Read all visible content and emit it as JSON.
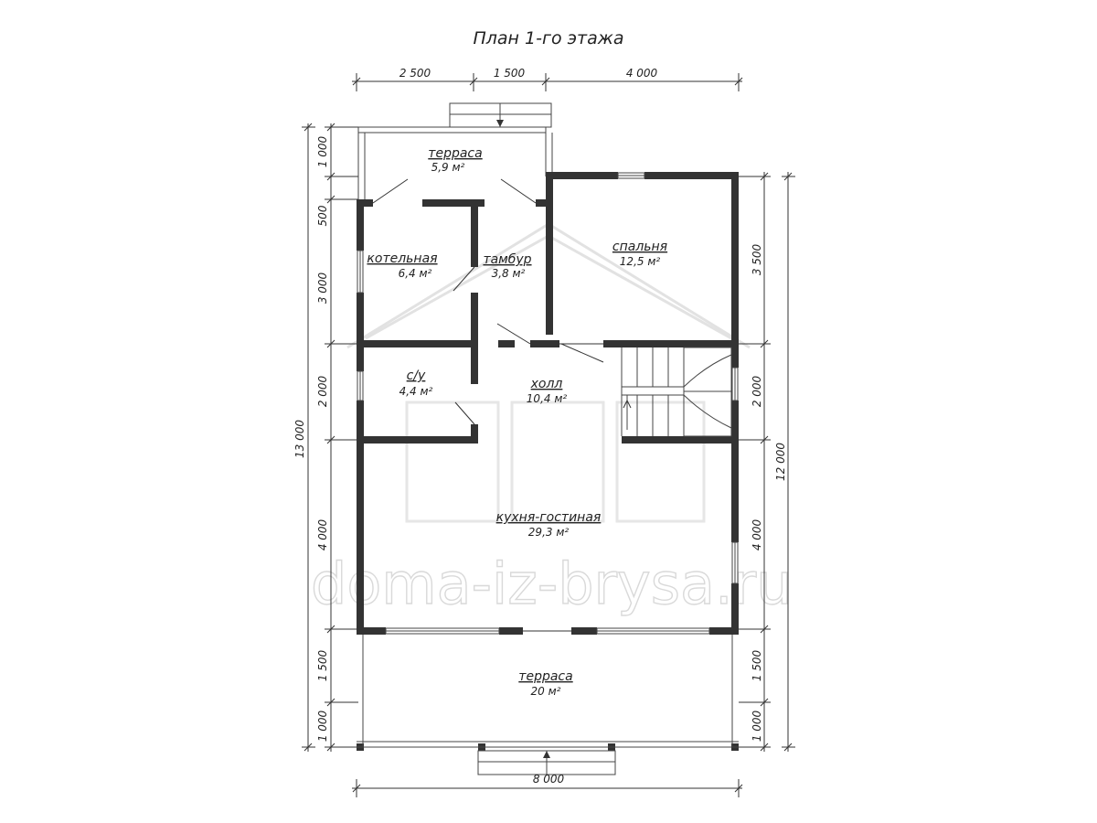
{
  "title": "План 1-го этажа",
  "watermark": "doma-iz-brysa.ru",
  "dimensions": {
    "top": [
      "2 500",
      "1 500",
      "4 000"
    ],
    "bottom": "8 000",
    "left": [
      "1 000",
      "500",
      "3 000",
      "2 000",
      "4 000",
      "1 500",
      "1 000"
    ],
    "left_total": "13 000",
    "right": [
      "3 500",
      "2 000",
      "4 000",
      "1 500",
      "1 000"
    ],
    "right_total": "12 000"
  },
  "rooms": [
    {
      "id": "terrace-top",
      "name": "терраса",
      "area": "5,9 м²"
    },
    {
      "id": "boiler",
      "name": "котельная",
      "area": "6,4 м²"
    },
    {
      "id": "vestibule",
      "name": "тамбур",
      "area": "3,8 м²"
    },
    {
      "id": "bedroom",
      "name": "спальня",
      "area": "12,5 м²"
    },
    {
      "id": "bathroom",
      "name": "с/у",
      "area": "4,4 м²"
    },
    {
      "id": "hall",
      "name": "холл",
      "area": "10,4 м²"
    },
    {
      "id": "kitchen-living",
      "name": "кухня-гостиная",
      "area": "29,3 м²"
    },
    {
      "id": "terrace-bottom",
      "name": "терраса",
      "area": "20 м²"
    }
  ]
}
